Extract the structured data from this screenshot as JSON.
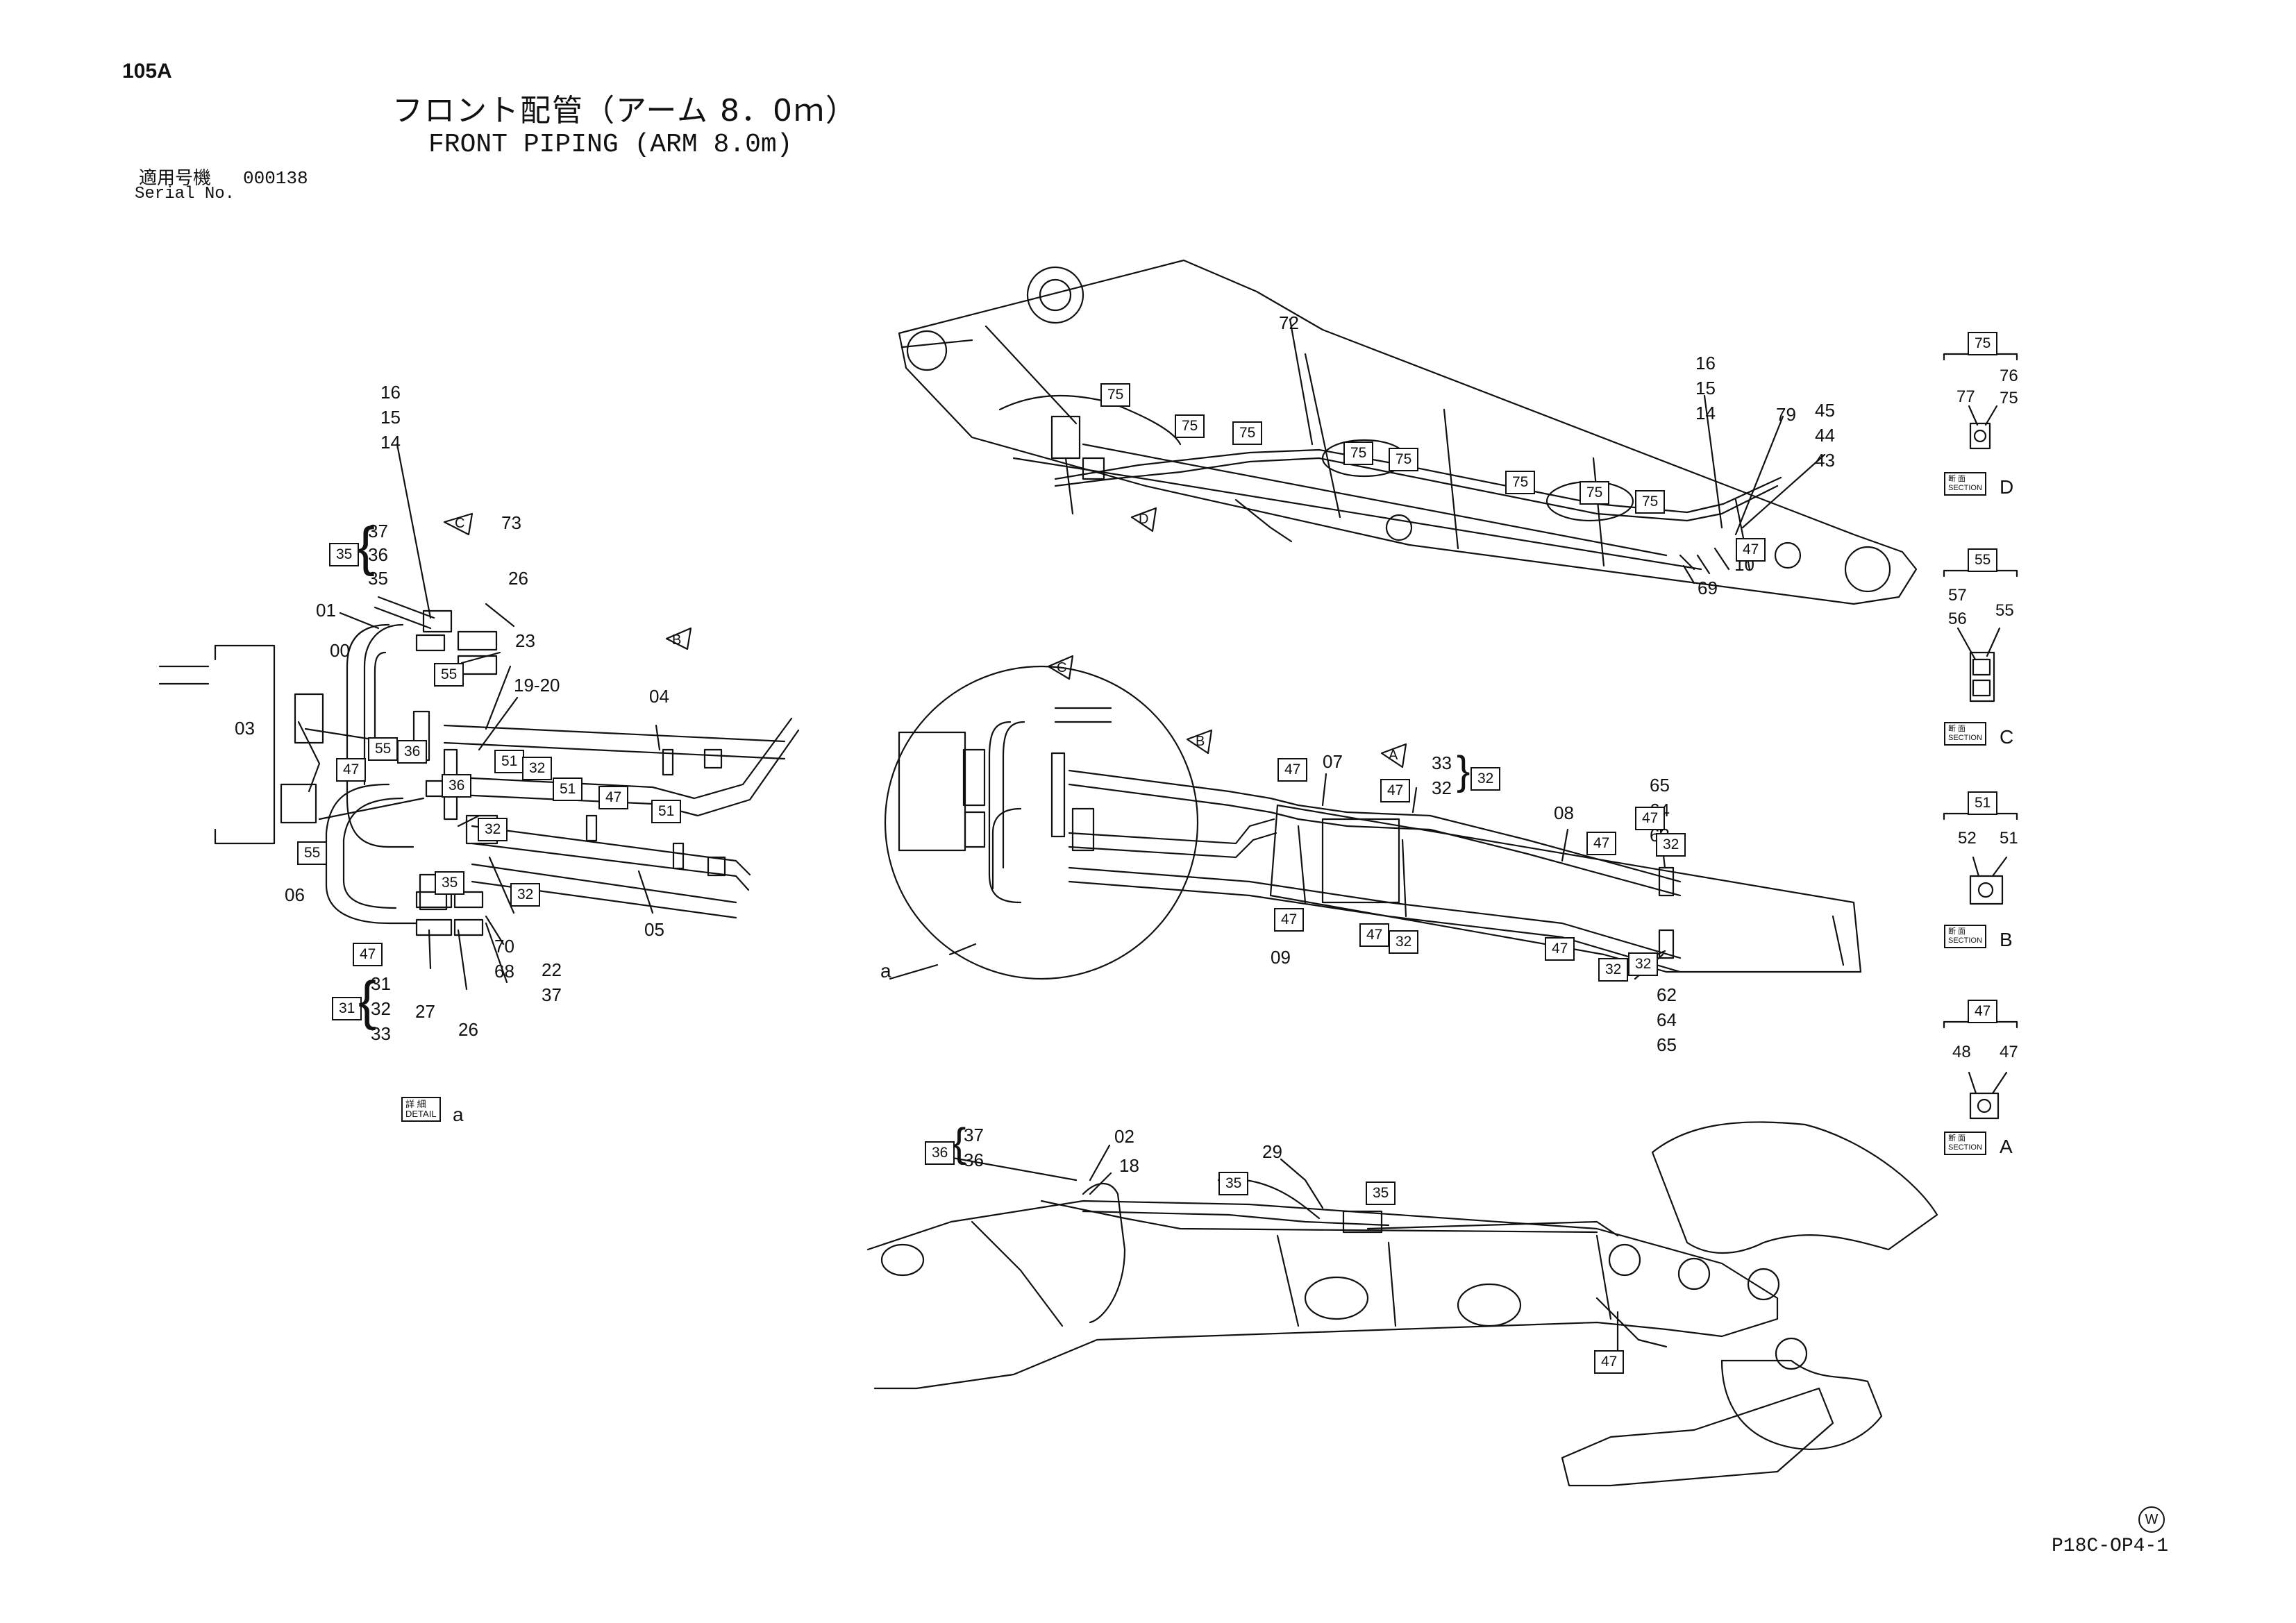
{
  "page_id": "105A",
  "title_jp": "フロント配管（アーム 8．0ｍ）",
  "title_en": "FRONT PIPING (ARM 8.0m)",
  "serial": {
    "label_jp": "適用号機",
    "value": "000138",
    "label_en": "Serial No."
  },
  "drawing_number": "P18C-OP4-1",
  "watermark": "W",
  "detail_a": {
    "label_jp": "詳 細",
    "label_en": "DETAIL",
    "letter": "a"
  },
  "detail_callout_letter": "a",
  "sections": [
    {
      "box": "75",
      "parts": [
        "77",
        "76",
        "75"
      ],
      "label_jp": "断 面",
      "label_en": "SECTION",
      "letter": "D"
    },
    {
      "box": "55",
      "parts": [
        "57",
        "56",
        "55"
      ],
      "label_jp": "断 面",
      "label_en": "SECTION",
      "letter": "C"
    },
    {
      "box": "51",
      "parts": [
        "52",
        "51"
      ],
      "label_jp": "断 面",
      "label_en": "SECTION",
      "letter": "B"
    },
    {
      "box": "47",
      "parts": [
        "48",
        "47"
      ],
      "label_jp": "断 面",
      "label_en": "SECTION",
      "letter": "A"
    }
  ],
  "view_arrows": [
    "C",
    "B",
    "A",
    "D"
  ],
  "detail_labels": {
    "top_stack": [
      "16",
      "15",
      "14"
    ],
    "group_35": {
      "box": "35",
      "items": [
        "37",
        "36",
        "35"
      ]
    },
    "group_31": {
      "box": "31",
      "items": [
        "31",
        "32",
        "33"
      ]
    },
    "plain": [
      "73",
      "26",
      "01",
      "00",
      "23",
      "19-20",
      "04",
      "03",
      "06",
      "05",
      "27",
      "26",
      "70",
      "68",
      "22",
      "37"
    ],
    "boxed": [
      "55",
      "36",
      "51",
      "32",
      "47",
      "55",
      "36",
      "51",
      "32",
      "47",
      "55",
      "35",
      "32",
      "47",
      "51"
    ]
  },
  "arm_top_labels": {
    "plain": [
      "72",
      "16",
      "15",
      "14",
      "79",
      "45",
      "44",
      "43",
      "69",
      "10"
    ],
    "boxed": [
      "75",
      "75",
      "75",
      "75",
      "75",
      "75",
      "75",
      "75",
      "47"
    ]
  },
  "arm_mid_labels": {
    "plain": [
      "07",
      "33",
      "32",
      "08",
      "65",
      "64",
      "63",
      "09",
      "62",
      "64",
      "65"
    ],
    "boxed": [
      "47",
      "47",
      "32",
      "47",
      "47",
      "32",
      "47",
      "32",
      "47",
      "32",
      "47",
      "32"
    ]
  },
  "bucket_labels": {
    "group_36": {
      "box": "36",
      "items": [
        "37",
        "36"
      ]
    },
    "plain": [
      "02",
      "18",
      "29"
    ],
    "boxed": [
      "35",
      "35",
      "47"
    ]
  }
}
